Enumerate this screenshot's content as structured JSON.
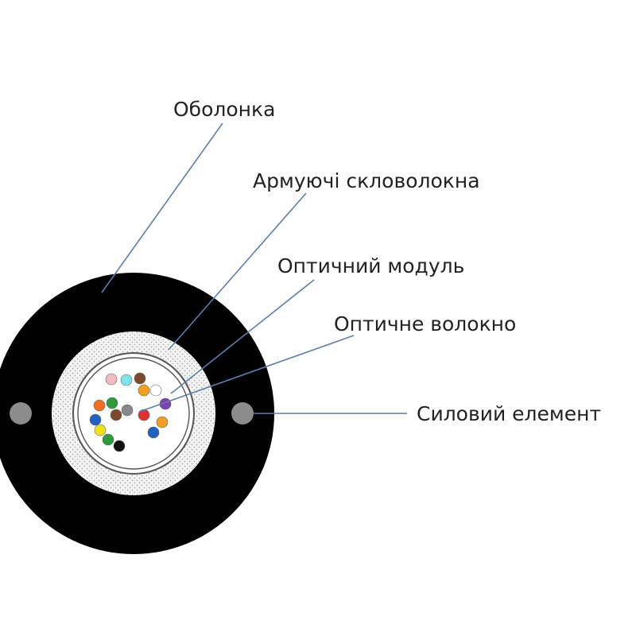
{
  "labels": {
    "sheath": "Оболонка",
    "armor": "Армуючі скловолокна",
    "module": "Оптичний модуль",
    "fiber": "Оптичне волокно",
    "strength": "Силовий елемент"
  },
  "colors": {
    "sheath": "#000000",
    "armor_fill": "#f3f3f3",
    "armor_dots": "#9a9a9a",
    "module_ring": "#555555",
    "strength_member": "#8c8c8c",
    "leader": "#5a7fb0",
    "text": "#222222"
  },
  "fibers": [
    {
      "color": "#f4b8c0"
    },
    {
      "color": "#7fe3ea"
    },
    {
      "color": "#7a4a2a"
    },
    {
      "color": "#f0a020"
    },
    {
      "color": "#ffffff"
    },
    {
      "color": "#2f9a3a"
    },
    {
      "color": "#ee7020"
    },
    {
      "color": "#7a4a2a"
    },
    {
      "color": "#888888"
    },
    {
      "color": "#e03030"
    },
    {
      "color": "#8040b0"
    },
    {
      "color": "#2060c0"
    },
    {
      "color": "#f0e020"
    },
    {
      "color": "#2f9a3a"
    },
    {
      "color": "#111111"
    },
    {
      "color": "#2060c0"
    },
    {
      "color": "#f0a020"
    }
  ]
}
